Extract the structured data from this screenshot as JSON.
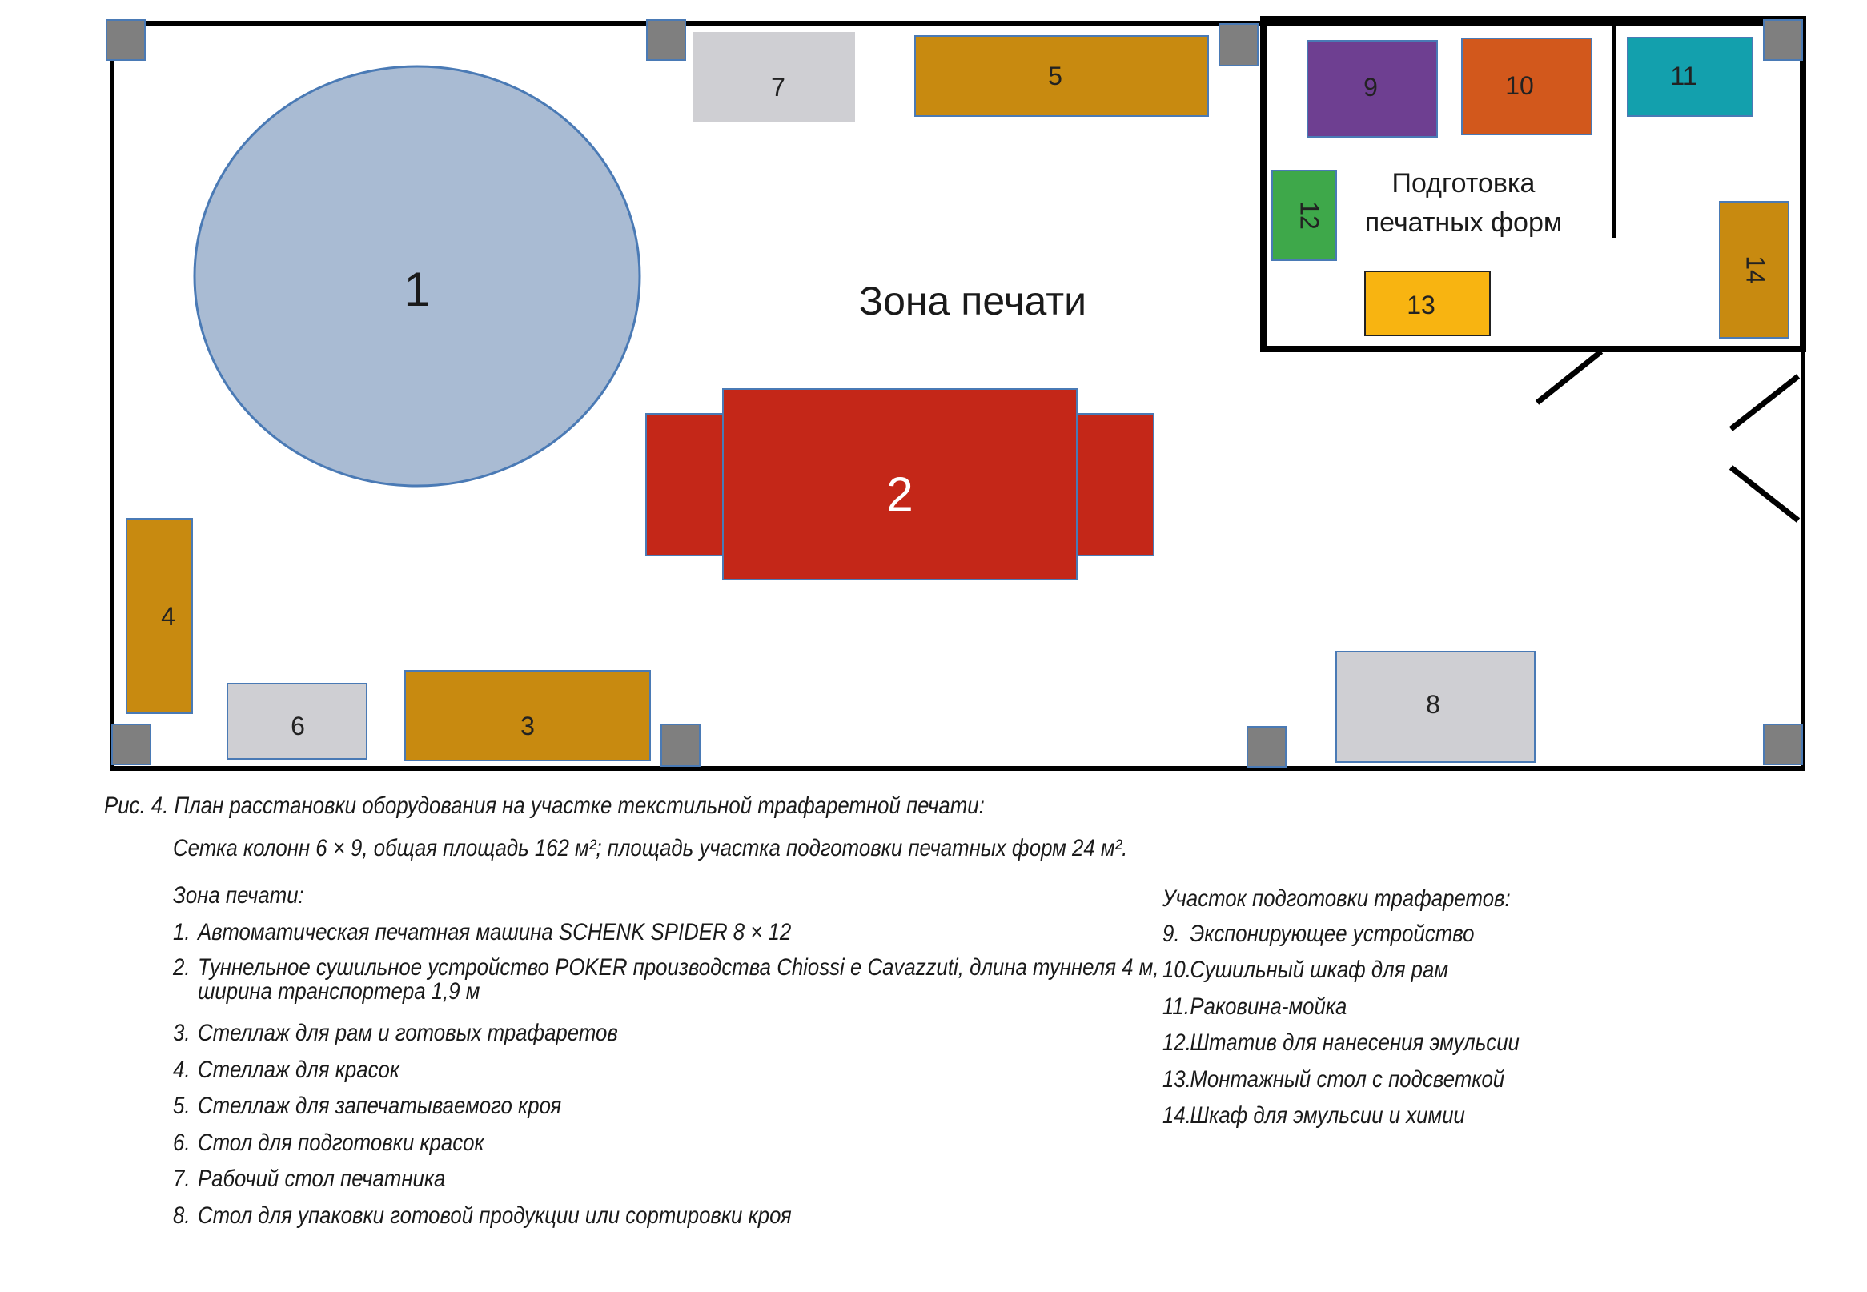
{
  "plan": {
    "zone_label": "Зона печати",
    "prep_zone_label_line1": "Подготовка",
    "prep_zone_label_line2": "печатных форм",
    "items": {
      "1": "1",
      "2": "2",
      "3": "3",
      "4": "4",
      "5": "5",
      "6": "6",
      "7": "7",
      "8": "8",
      "9": "9",
      "10": "10",
      "11": "11",
      "12": "12",
      "13": "13",
      "14": "14"
    },
    "colors": {
      "walls": "#000000",
      "column": "#7f7f7f",
      "column_border": "#4a7ab5",
      "machine_circle": "#a9bbd3",
      "machine_circle_border": "#4a7ab5",
      "dryer": "#c42718",
      "rack": "#c88a10",
      "table_gray": "#cfcfd3",
      "exposure_unit": "#6e3f91",
      "drying_cabinet": "#d2581c",
      "sink": "#13a0ad",
      "emulsion_stand": "#3ea84a",
      "light_table": "#f8b411",
      "item_border": "#4a7ab5"
    }
  },
  "caption": {
    "title": "Рис. 4. План расстановки оборудования на участке текстильной трафаретной печати:",
    "subtitle": "Сетка колонн 6 × 9, общая площадь 162 м²; площадь участка подготовки печатных форм 24 м².",
    "print_zone_heading": "Зона печати:",
    "print_zone_items": [
      {
        "num": "1.",
        "text": "Автоматическая печатная машина SCHENK SPIDER 8 × 12"
      },
      {
        "num": "2.",
        "text": "Туннельное сушильное устройство POKER производства Chiossi e Cavazzuti, длина туннеля 4 м,",
        "text2": "ширина транспортера 1,9 м"
      },
      {
        "num": "3.",
        "text": "Стеллаж для рам и готовых трафаретов"
      },
      {
        "num": "4.",
        "text": "Стеллаж для красок"
      },
      {
        "num": "5.",
        "text": "Стеллаж для запечатываемого кроя"
      },
      {
        "num": "6.",
        "text": "Стол для подготовки красок"
      },
      {
        "num": "7.",
        "text": "Рабочий стол печатника"
      },
      {
        "num": "8.",
        "text": "Стол для упаковки готовой продукции или сортировки кроя"
      }
    ],
    "prep_zone_heading": "Участок подготовки трафаретов:",
    "prep_zone_items": [
      {
        "num": "9.",
        "text": "Экспонирующее устройство"
      },
      {
        "num": "10.",
        "text": "Сушильный шкаф для рам"
      },
      {
        "num": "11.",
        "text": "Раковина-мойка"
      },
      {
        "num": "12.",
        "text": "Штатив для нанесения эмульсии"
      },
      {
        "num": "13.",
        "text": "Монтажный стол с подсветкой"
      },
      {
        "num": "14.",
        "text": "Шкаф для эмульсии и химии"
      }
    ]
  }
}
